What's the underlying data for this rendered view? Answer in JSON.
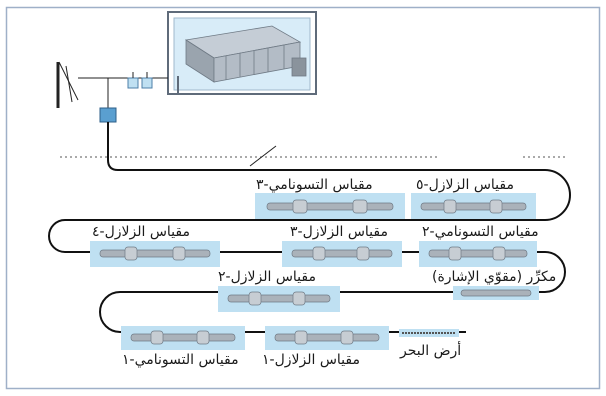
{
  "diagram": {
    "labels": {
      "seismometer_5": "مقياس الزلازل-٥",
      "tsunameter_3": "مقياس التسونامي-٣",
      "seismometer_4": "مقياس الزلازل-٤",
      "seismometer_3": "مقياس الزلازل-٣",
      "tsunameter_2": "مقياس التسونامي-٢",
      "seismometer_2": "مقياس الزلازل-٢",
      "repeater": "مكرِّر (مقوّي الإشارة)",
      "tsunameter_1": "مقياس التسونامي-١",
      "seismometer_1": "مقياس الزلازل-١",
      "seabed": "أرض البحر"
    },
    "colors": {
      "frame": "#9fb0c8",
      "cable": "#111111",
      "sensor_box": "#bfe0f2",
      "sensor_body": "#aab2ba",
      "water_line": "#777777",
      "land_station": "#5a9fd0",
      "building_frame": "#5f6b7a"
    }
  }
}
